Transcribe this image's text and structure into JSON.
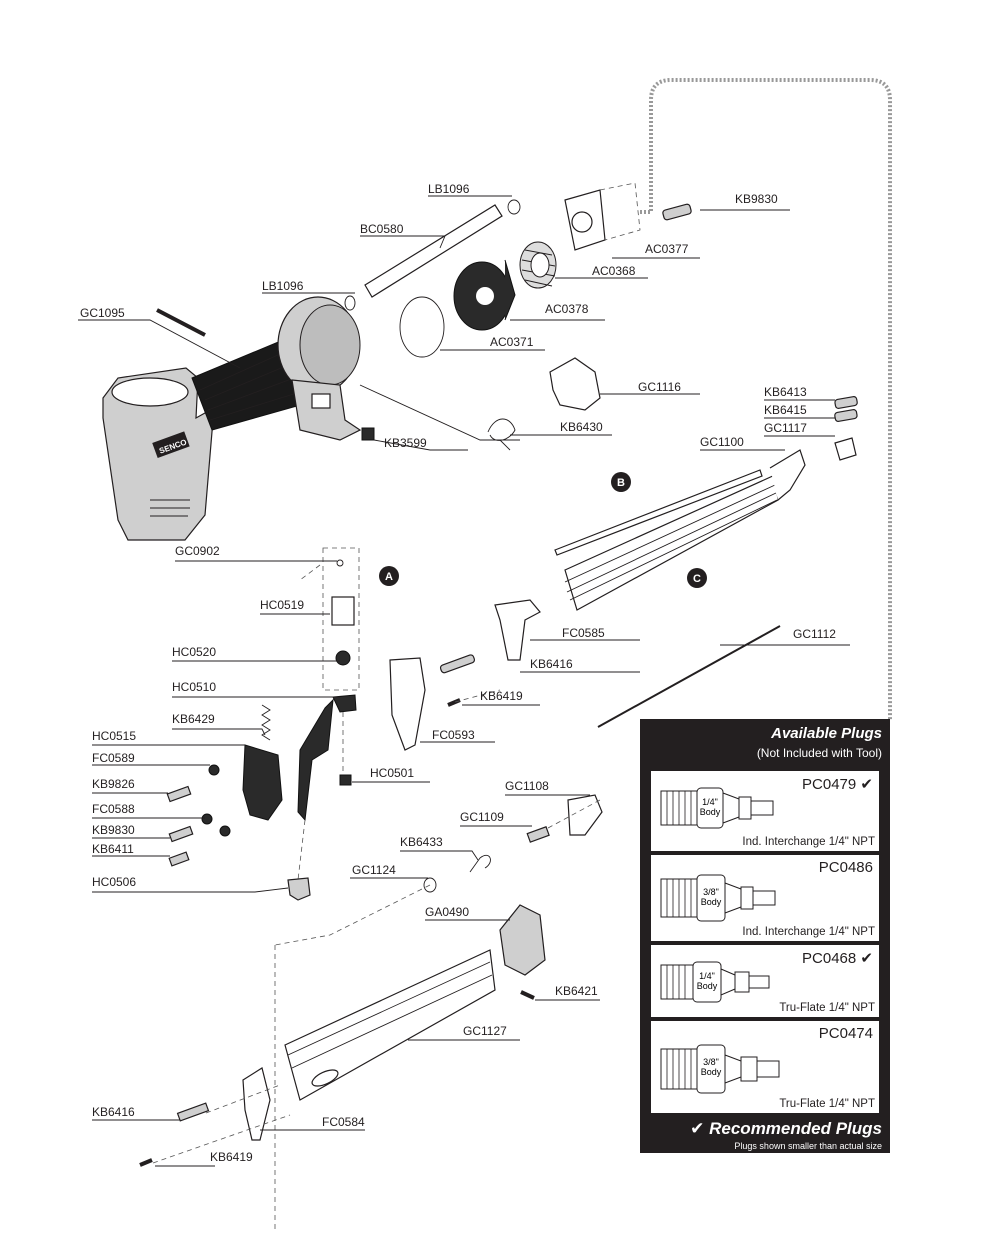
{
  "brand_logo": "SENCO",
  "callouts": {
    "a": "A",
    "b": "B",
    "c": "C"
  },
  "parts": {
    "gc1095": "GC1095",
    "lb1096_top": "LB1096",
    "bc0580": "BC0580",
    "lb1096_mid": "LB1096",
    "kb9830_top": "KB9830",
    "ac0377": "AC0377",
    "ac0368": "AC0368",
    "ac0378": "AC0378",
    "ac0371": "AC0371",
    "gc1116": "GC1116",
    "kb6430": "KB6430",
    "kb3599": "KB3599",
    "kb6413": "KB6413",
    "kb6415": "KB6415",
    "gc1117": "GC1117",
    "gc1100": "GC1100",
    "gc0902": "GC0902",
    "hc0519": "HC0519",
    "hc0520": "HC0520",
    "hc0510": "HC0510",
    "kb6429": "KB6429",
    "hc0515": "HC0515",
    "fc0589": "FC0589",
    "kb9826": "KB9826",
    "fc0588": "FC0588",
    "kb9830_low": "KB9830",
    "kb6411": "KB6411",
    "hc0506": "HC0506",
    "fc0585": "FC0585",
    "kb6416_mid": "KB6416",
    "gc1112": "GC1112",
    "kb6419_mid": "KB6419",
    "fc0593": "FC0593",
    "hc0501": "HC0501",
    "gc1108": "GC1108",
    "gc1109": "GC1109",
    "kb6433": "KB6433",
    "gc1124": "GC1124",
    "ga0490": "GA0490",
    "kb6421": "KB6421",
    "gc1127": "GC1127",
    "kb6416_low": "KB6416",
    "fc0584": "FC0584",
    "kb6419_low": "KB6419"
  },
  "plugs_panel": {
    "title": "Available Plugs",
    "subtitle": "(Not Included with Tool)",
    "items": [
      {
        "code": "PC0479",
        "check": "✔",
        "body": [
          "1/4\"",
          "Body"
        ],
        "desc": "Ind. Interchange 1/4\" NPT"
      },
      {
        "code": "PC0486",
        "check": "",
        "body": [
          "3/8\"",
          "Body"
        ],
        "desc": "Ind. Interchange 1/4\" NPT"
      },
      {
        "code": "PC0468",
        "check": "✔",
        "body": [
          "1/4\"",
          "Body"
        ],
        "desc": "Tru-Flate 1/4\" NPT"
      },
      {
        "code": "PC0474",
        "check": "",
        "body": [
          "3/8\"",
          "Body"
        ],
        "desc": "Tru-Flate 1/4\" NPT"
      }
    ],
    "recommended": "✔ Recommended Plugs",
    "note": "Plugs shown smaller than actual size"
  }
}
